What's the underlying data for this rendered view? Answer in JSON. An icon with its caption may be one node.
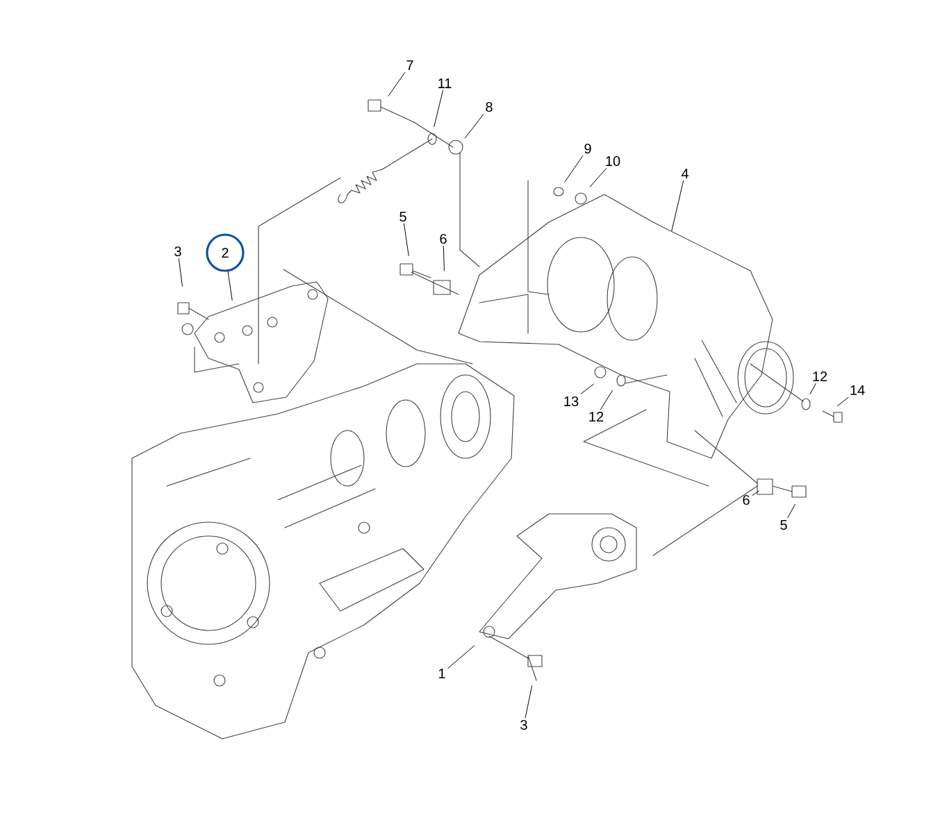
{
  "diagram": {
    "nodes": [
      {
        "text": [
          "7"
        ]
      },
      {
        "text": [
          "11"
        ]
      },
      {
        "text": [
          "8"
        ]
      },
      {
        "text": [
          "9"
        ]
      },
      {
        "text": [
          "10"
        ]
      },
      {
        "text": [
          "4"
        ]
      },
      {
        "text": [
          "5"
        ]
      },
      {
        "text": [
          "6"
        ]
      },
      {
        "text": [
          "3"
        ]
      },
      {
        "text": [
          "2"
        ]
      },
      {
        "text": [
          "12"
        ]
      },
      {
        "text": [
          "14"
        ]
      },
      {
        "text": [
          "13"
        ]
      },
      {
        "text": [
          "12"
        ]
      },
      {
        "text": [
          "6"
        ]
      },
      {
        "text": [
          "5"
        ]
      },
      {
        "text": [
          "1"
        ]
      },
      {
        "text": [
          "3"
        ]
      }
    ],
    "edges": [
      {
        "from": 0,
        "to": null,
        "arrow": "none"
      },
      {
        "from": 1,
        "to": null,
        "arrow": "none"
      },
      {
        "from": 2,
        "to": null,
        "arrow": "none"
      },
      {
        "from": 3,
        "to": null,
        "arrow": "none"
      },
      {
        "from": 4,
        "to": null,
        "arrow": "none"
      },
      {
        "from": 5,
        "to": null,
        "arrow": "none"
      },
      {
        "from": 6,
        "to": null,
        "arrow": "none"
      },
      {
        "from": 7,
        "to": null,
        "arrow": "none"
      },
      {
        "from": 8,
        "to": null,
        "arrow": "none"
      },
      {
        "from": 9,
        "to": null,
        "arrow": "none"
      },
      {
        "from": 10,
        "to": null,
        "arrow": "none"
      },
      {
        "from": 11,
        "to": null,
        "arrow": "none"
      },
      {
        "from": 12,
        "to": null,
        "arrow": "none"
      },
      {
        "from": 13,
        "to": null,
        "arrow": "none"
      },
      {
        "from": 14,
        "to": null,
        "arrow": "none"
      },
      {
        "from": 15,
        "to": null,
        "arrow": "none"
      },
      {
        "from": 16,
        "to": null,
        "arrow": "none"
      },
      {
        "from": 17,
        "to": null,
        "arrow": "none"
      }
    ]
  }
}
